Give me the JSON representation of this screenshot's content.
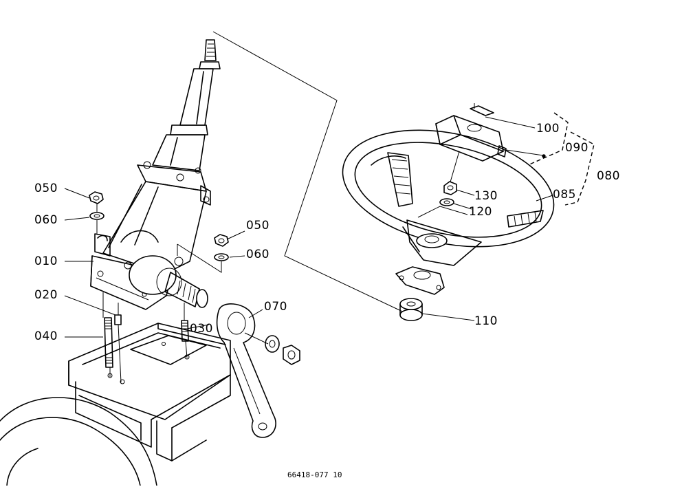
{
  "callouts": {
    "c010": "010",
    "c020": "020",
    "c030": "030",
    "c040": "040",
    "c050a": "050",
    "c050b": "050",
    "c060a": "060",
    "c060b": "060",
    "c070": "070",
    "c080": "080",
    "c085": "085",
    "c090": "090",
    "c100": "100",
    "c110": "110",
    "c120": "120",
    "c130": "130"
  },
  "figure_number": "66418-077 10"
}
